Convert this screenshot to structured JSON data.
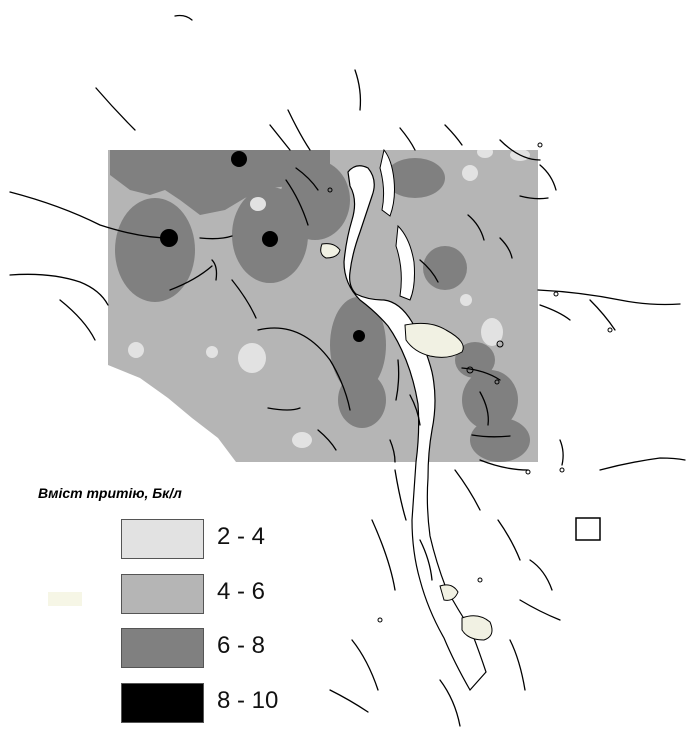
{
  "legend": {
    "title": "Вміст тритію, Бк/л",
    "items": [
      {
        "label": "2 - 4",
        "color": "#e2e2e2"
      },
      {
        "label": "4 - 6",
        "color": "#b5b5b5"
      },
      {
        "label": "6 - 8",
        "color": "#808080"
      },
      {
        "label": "8 - 10",
        "color": "#000000"
      }
    ]
  },
  "colors": {
    "background": "#ffffff",
    "river": "#ffffff",
    "sandbank": "#f1f1e3",
    "lines": "#000000"
  }
}
